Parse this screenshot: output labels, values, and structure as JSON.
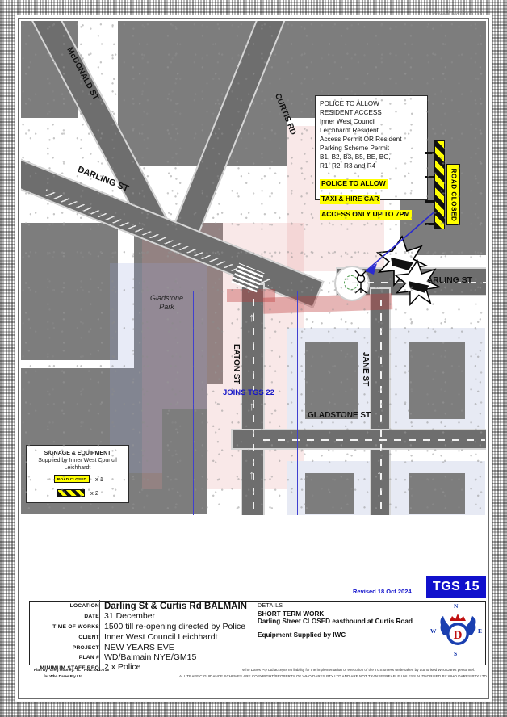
{
  "watermark": "www.invarion.com",
  "map": {
    "streets": [
      {
        "name": "McDONALD ST"
      },
      {
        "name": "CURTIS RD"
      },
      {
        "name": "DARLING ST"
      },
      {
        "name": "DARLING ST"
      },
      {
        "name": "EATON ST"
      },
      {
        "name": "JANE ST"
      },
      {
        "name": "GLADSTONE ST"
      }
    ],
    "park_label": "Gladstone\nPark",
    "park_label_line1": "Gladstone",
    "park_label_line2": "Park",
    "joins_note": "JOINS TGS 22",
    "closure_color": "#be3c3c",
    "road_color": "#6e6e6e"
  },
  "info_panel": {
    "lines": [
      "POLICE TO ALLOW",
      "RESIDENT ACCESS",
      "Inner West Council",
      "Leichhardt Resident",
      "Access Permit OR Resident",
      "Parking Scheme Permit",
      "B1, B2, B3, B5, BE, BG,",
      "R1, R2, R3 and R4"
    ],
    "highlights": [
      "POLICE TO ALLOW",
      "TAXI & HIRE CAR",
      "ACCESS ONLY UP TO 7PM"
    ],
    "highlight_color": "#ffff00"
  },
  "signs": {
    "road_closed_label": "ROAD CLOSED",
    "barricade_name": "barricade"
  },
  "legend": {
    "title": "SIGNAGE & EQUIPMENT",
    "subtitle1": "Supplied by Inner West Council",
    "subtitle2": "Leichhardt",
    "items": [
      {
        "label": "ROAD CLOSED",
        "qty": "x 1"
      },
      {
        "label": "barricade",
        "qty": "x 2"
      }
    ]
  },
  "title_block": {
    "tgs_number": "TGS 15",
    "revised": "Revised 18 Oct 2024",
    "rows": [
      {
        "label": "LOCATION",
        "value": "Darling St & Curtis Rd BALMAIN",
        "big": true
      },
      {
        "label": "DATE",
        "value": "31 December",
        "big": false
      },
      {
        "label": "TIME OF WORKS",
        "value": "1500 till re-opening directed by Police",
        "big": false
      },
      {
        "label": "CLIENT",
        "value": "Inner West Council Leichhardt",
        "big": false
      },
      {
        "label": "PROJECT",
        "value": "NEW YEARS EVE",
        "big": false
      },
      {
        "label": "PLAN #",
        "value": "WD/Balmain NYE/GM15",
        "big": false
      },
      {
        "label": "MINIMUM STAFF REQ",
        "value": "2 x Police",
        "big": false
      }
    ],
    "details_title": "DETAILS",
    "details_lines": [
      "SHORT TERM WORK",
      "Darling Street CLOSED eastbound at Curtis Road",
      "Equipment Supplied by IWC"
    ],
    "compass": {
      "n": "N",
      "e": "E",
      "s": "S",
      "w": "W"
    },
    "footer": {
      "line1": "Plan By:  Greg Mooney: TCT PWZ: 0027718",
      "line2": "for Who Dares Pty Ltd",
      "disclaimer1": "Who Dares Pty Ltd accepts no liability for the implementation or execution of the TGS unless undertaken by authorised Who Dares personnel.",
      "disclaimer2": "ALL TRAFFIC GUIDANCE SCHEMES ARE COPYRIGHT/PROPERTY OF WHO DARES PTY LTD AND ARE NOT TRANSFEREABLE UNLESS AUTHORISED BY WHO DARES PTY LTD."
    }
  }
}
